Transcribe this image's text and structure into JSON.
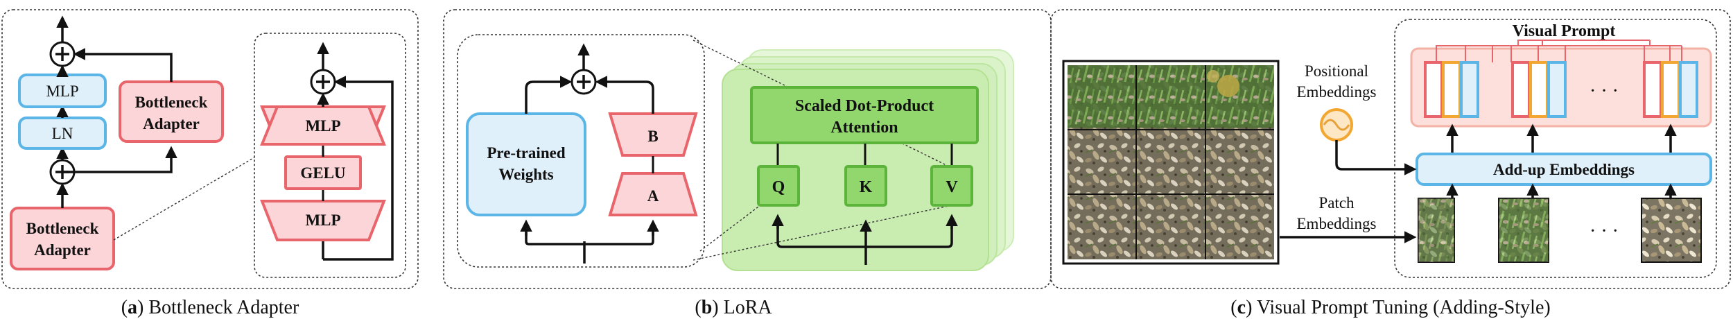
{
  "colors": {
    "red_fill": "#fbd5d8",
    "red_stroke": "#e8656c",
    "blue_fill": "#dff0fa",
    "blue_stroke": "#5bb5e6",
    "green_fill": "#92d76e",
    "green_stroke": "#5cb43b",
    "green_layer": "#d5f2c4",
    "orange": "#f3a733",
    "pink_bg": "#fde0db"
  },
  "panel_a": {
    "caption_letter": "a",
    "caption_text": "Bottleneck Adapter",
    "mlp": "MLP",
    "ln": "LN",
    "adapter_top": [
      "Bottleneck",
      "Adapter"
    ],
    "adapter_bottom": [
      "Bottleneck",
      "Adapter"
    ],
    "detail_mlp_top": "MLP",
    "detail_gelu": "GELU",
    "detail_mlp_bottom": "MLP"
  },
  "panel_b": {
    "caption_letter": "b",
    "caption_text": "LoRA",
    "pretrained": [
      "Pre-trained",
      "Weights"
    ],
    "b_label": "B",
    "a_label": "A",
    "attention": [
      "Scaled Dot-Product",
      "Attention"
    ],
    "q": "Q",
    "k": "K",
    "v": "V"
  },
  "panel_c": {
    "caption_letter": "c",
    "caption_text": "Visual Prompt Tuning (Adding-Style)",
    "visual_prompt": "Visual Prompt",
    "positional": [
      "Positional",
      "Embeddings"
    ],
    "patch": [
      "Patch",
      "Embeddings"
    ],
    "addup": "Add-up Embeddings",
    "ellipsis_top": "· · ·",
    "ellipsis_bottom": "· · ·"
  }
}
